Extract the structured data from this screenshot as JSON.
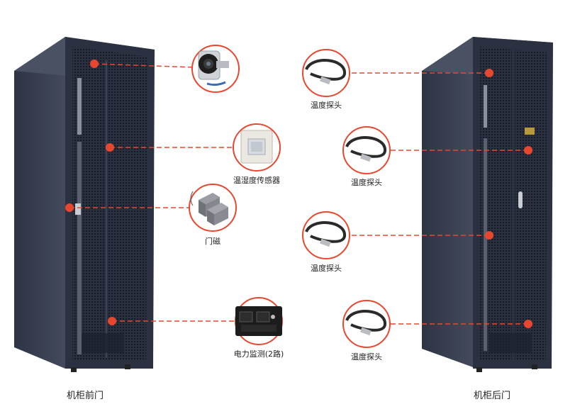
{
  "colors": {
    "accent": "#e8472f",
    "cabinet": "#2b3140",
    "cabinet_side": "#3a4152",
    "mesh": "#1b1f2a"
  },
  "captions": {
    "front": "机柜前门",
    "rear": "机柜后门"
  },
  "sensors": {
    "camera": {
      "icon": "camera-icon"
    },
    "humidity": {
      "label": "温湿度传感器",
      "icon": "temp-humidity-sensor-icon"
    },
    "door": {
      "label": "门磁",
      "icon": "door-magnet-icon"
    },
    "power": {
      "label": "电力监测(2路)",
      "icon": "power-strip-icon"
    },
    "probe1": {
      "label": "温度探头",
      "icon": "temperature-probe-icon"
    },
    "probe2": {
      "label": "温度探头",
      "icon": "temperature-probe-icon"
    },
    "probe3": {
      "label": "温度探头",
      "icon": "temperature-probe-icon"
    },
    "probe4": {
      "label": "温度探头",
      "icon": "temperature-probe-icon"
    }
  }
}
